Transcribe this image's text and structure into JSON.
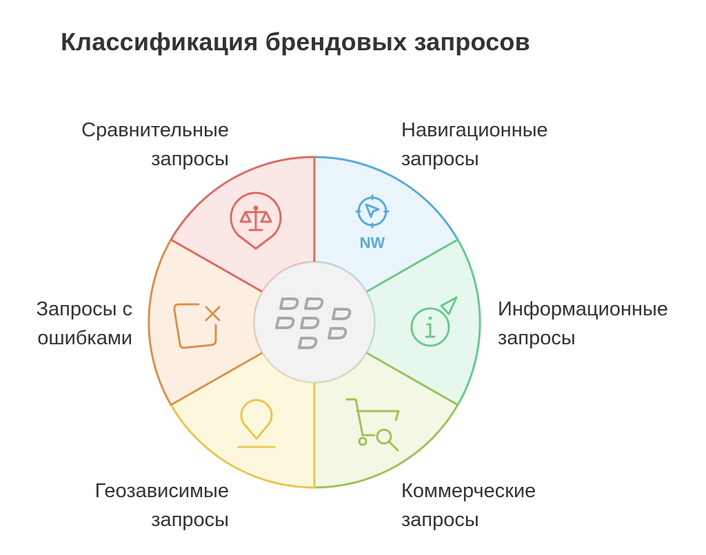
{
  "title": "Классификация брендовых запросов",
  "segments": {
    "navigational": {
      "line1": "Навигационные",
      "line2": "запросы",
      "icon_text": "NW",
      "icon": "compass-icon",
      "stroke": "#5aa9d6",
      "fill": "#e9f4fb"
    },
    "informational": {
      "line1": "Информационные",
      "line2": "запросы",
      "icon_text": "i",
      "icon": "info-icon",
      "stroke": "#6bc98a",
      "fill": "#e6f8ee"
    },
    "commercial": {
      "line1": "Коммерческие",
      "line2": "запросы",
      "icon": "cart-search-icon",
      "stroke": "#9ec15a",
      "fill": "#f3f8e4"
    },
    "geo": {
      "line1": "Геозависимые",
      "line2": "запросы",
      "icon": "location-pin-icon",
      "stroke": "#e6c74e",
      "fill": "#fdf8dd"
    },
    "errors": {
      "line1": "Запросы с",
      "line2": "ошибками",
      "icon": "error-box-icon",
      "stroke": "#dc8f4c",
      "fill": "#fcefe2"
    },
    "comparative": {
      "line1": "Сравнительные",
      "line2": "запросы",
      "icon": "scales-pin-icon",
      "stroke": "#dc6a62",
      "fill": "#fbe7e6"
    }
  },
  "center": {
    "icon": "blackberry-logo-icon",
    "fill": "#f2f2f2",
    "stroke": "#dcdcdc"
  }
}
